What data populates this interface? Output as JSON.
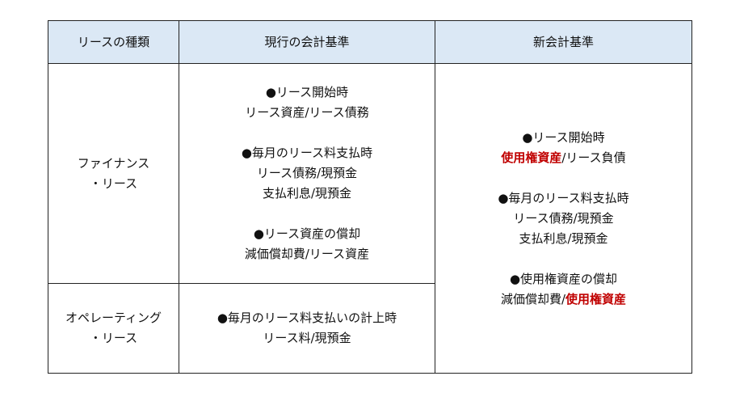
{
  "colors": {
    "header_bg": "#dbe8f5",
    "border": "#222222",
    "highlight_red": "#c00000"
  },
  "headers": {
    "type": "リースの種類",
    "current": "現行の会計基準",
    "new": "新会計基準"
  },
  "finance": {
    "label_line1": "ファイナンス",
    "label_line2": "・リース",
    "current": {
      "start_title": "●リース開始時",
      "start_entry": "リース資産/リース債務",
      "monthly_title": "●毎月のリース料支払時",
      "monthly_entry1": "リース債務/現預金",
      "monthly_entry2": "支払利息/現預金",
      "depr_title": "●リース資産の償却",
      "depr_entry": "減価償却費/リース資産"
    }
  },
  "operating": {
    "label_line1": "オペレーティング",
    "label_line2": "・リース",
    "current": {
      "title": "●毎月のリース料支払いの計上時",
      "entry": "リース料/現預金"
    }
  },
  "new_standard": {
    "start_title": "●リース開始時",
    "start_entry_highlight": "使用権資産",
    "start_entry_rest": "/リース負債",
    "monthly_title": "●毎月のリース料支払時",
    "monthly_entry1": "リース債務/現預金",
    "monthly_entry2": "支払利息/現預金",
    "depr_title": "●使用権資産の償却",
    "depr_entry_prefix": "減価償却費/",
    "depr_entry_highlight": "使用権資産"
  }
}
